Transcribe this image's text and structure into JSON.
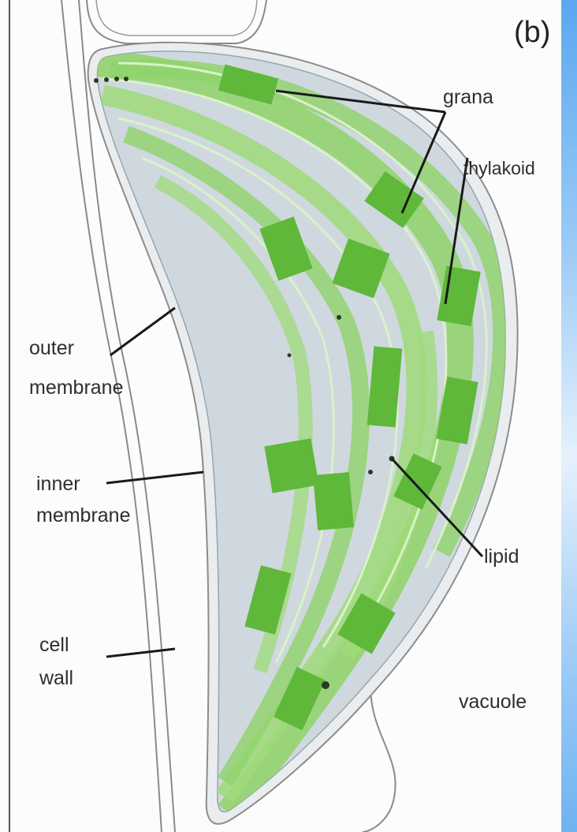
{
  "panel_label": "(b)",
  "labels": {
    "grana": "grana",
    "thylakoid": "thylakoid",
    "outer_membrane_1": "outer",
    "outer_membrane_2": "membrane",
    "inner_membrane_1": "inner",
    "inner_membrane_2": "membrane",
    "lipid": "lipid",
    "cell_wall_1": "cell",
    "cell_wall_2": "wall",
    "vacuole": "vacuole"
  },
  "colors": {
    "stroma": "#cfd8df",
    "thylakoid": "#8fd36a",
    "granum": "#5fb83a",
    "membrane_line": "#8c8c8c",
    "lipid": "#2a3a22",
    "accent_bar": "#5aa8f0"
  }
}
